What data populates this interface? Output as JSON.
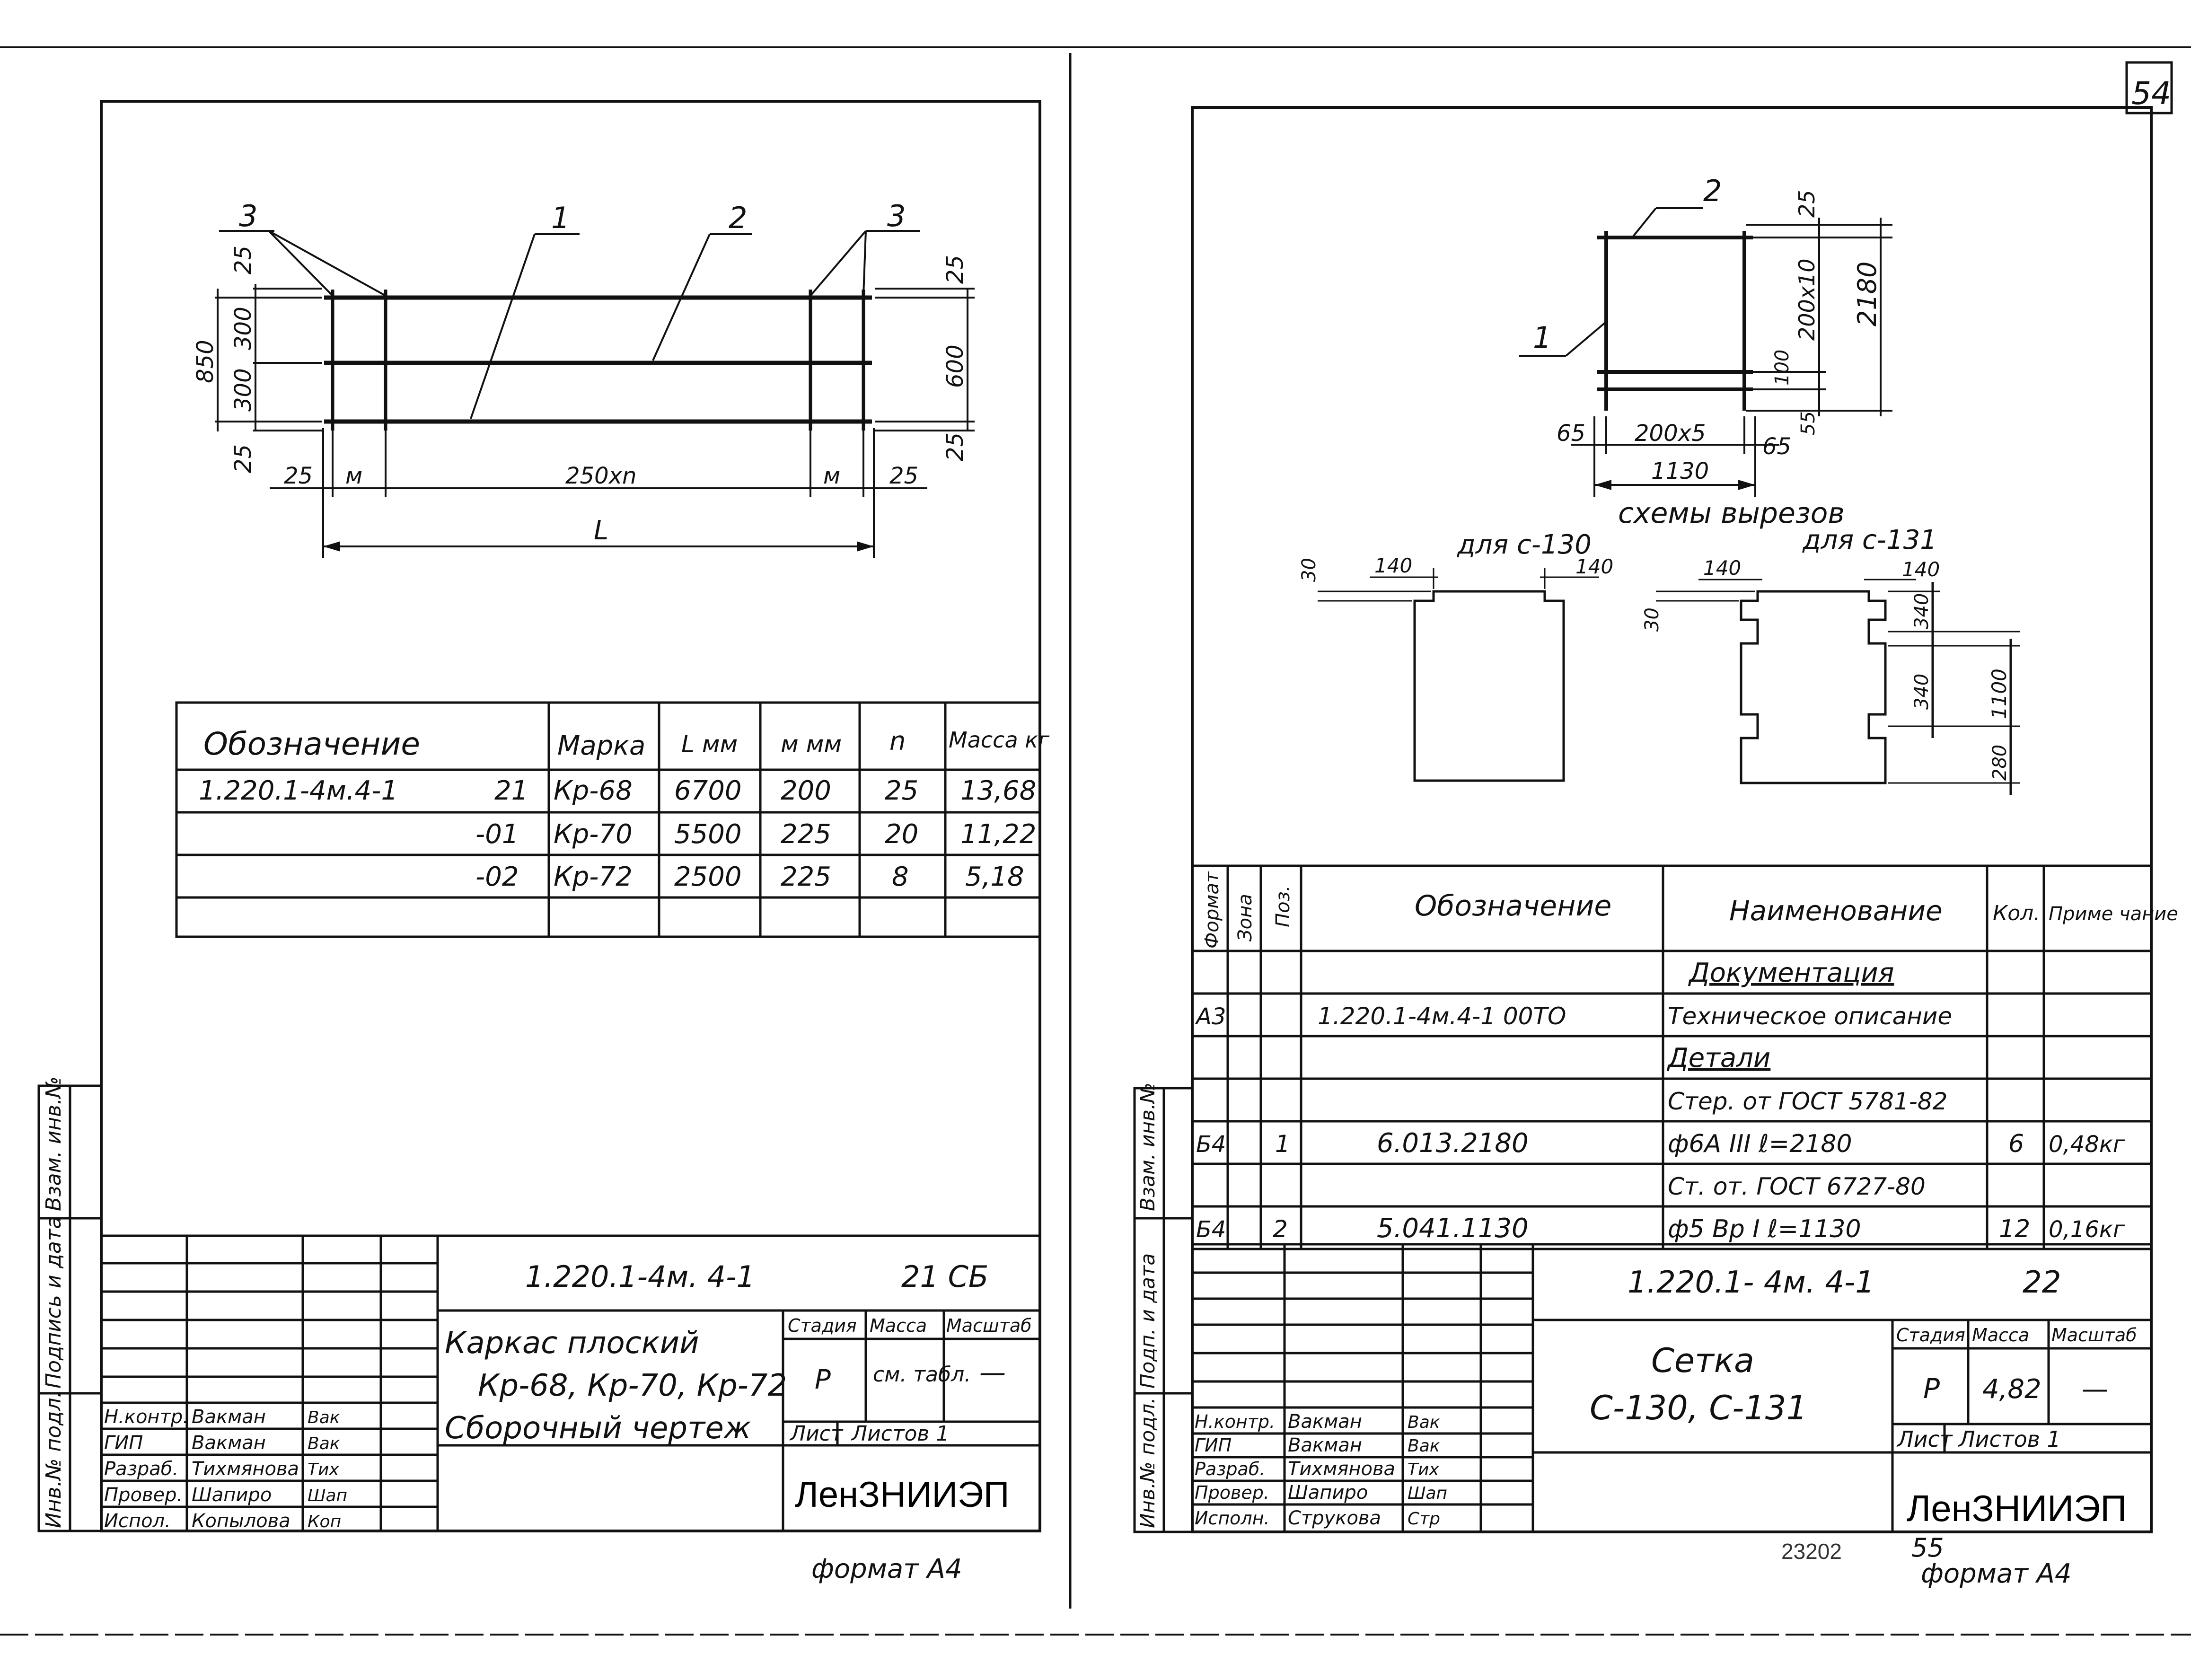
{
  "left_sheet": {
    "drawing": {
      "callouts": [
        "3",
        "1",
        "2",
        "3"
      ],
      "dims_left": {
        "d25a": "25",
        "d850": "850",
        "d300a": "300",
        "d300b": "300",
        "d25b": "25"
      },
      "dims_right": {
        "d25a": "25",
        "d600": "600",
        "d25b": "25"
      },
      "dims_bottom": {
        "d25a": "25",
        "m1": "м",
        "span": "250хn",
        "m2": "м",
        "d25b": "25",
        "total": "L"
      }
    },
    "table": {
      "headers": [
        "Обозначение",
        "Марка",
        "L мм",
        "м мм",
        "n",
        "Масса кг"
      ],
      "rows": [
        [
          "1.220.1-4м.4-1",
          "21",
          "Кр-68",
          "6700",
          "200",
          "25",
          "13,68"
        ],
        [
          "",
          "-01",
          "Кр-70",
          "5500",
          "225",
          "20",
          "11,22"
        ],
        [
          "",
          "-02",
          "Кр-72",
          "2500",
          "225",
          "8",
          "5,18"
        ]
      ]
    },
    "title_block": {
      "code": "1.220.1-4м. 4-1",
      "doc_type": "21 СБ",
      "name": [
        "Каркас плоский",
        "Кр-68, Кр-70, Кр-72",
        "Сборочный чертеж"
      ],
      "stage_label": "Стадия",
      "mass_label": "Масса",
      "scale_label": "Масштаб",
      "stage": "Р",
      "mass": "см. табл.",
      "scale": "—",
      "sheet_label": "Лист",
      "sheets_label": "Листов 1",
      "org": "ЛенЗНИИЭП",
      "people": [
        {
          "role": "Н.контр.",
          "name": "Вакман",
          "sign": "Вак"
        },
        {
          "role": "ГИП",
          "name": "Вакман",
          "sign": "Вак"
        },
        {
          "role": "Разраб.",
          "name": "Тихмянова",
          "sign": "Тих"
        },
        {
          "role": "Провер.",
          "name": "Шапиро",
          "sign": "Шап"
        },
        {
          "role": "Испол.",
          "name": "Копылова",
          "sign": "Коп"
        }
      ]
    },
    "side_labels": [
      "Взам. инв.№",
      "Подпись и дата",
      "Инв.№ подл."
    ],
    "format": "формат А4"
  },
  "right_sheet": {
    "page_number": "54",
    "drawing": {
      "callouts": [
        "2",
        "1"
      ],
      "dims": {
        "d25": "25",
        "d200x10": "200х10",
        "d2180": "2180",
        "d100": "100",
        "d55": "55",
        "d65a": "65",
        "d200x5": "200х5",
        "d65b": "65",
        "d1130": "1130"
      },
      "cutout_title": "схемы вырезов",
      "c130_label": "для с-130",
      "c131_label": "для с-131",
      "c130_dims": {
        "d30": "30",
        "d140a": "140",
        "d140b": "140"
      },
      "c131_dims": {
        "d140a": "140",
        "d140b": "140",
        "d30": "30",
        "d340a": "340",
        "d1100": "1100",
        "d340b": "340",
        "d280": "280"
      }
    },
    "spec": {
      "headers": [
        "Формат",
        "Зона",
        "Поз.",
        "Обозначение",
        "Наименование",
        "Кол.",
        "Приме чание"
      ],
      "rows": [
        [
          "",
          "",
          "",
          "",
          "Документация",
          "",
          ""
        ],
        [
          "А3",
          "",
          "",
          "1.220.1-4м.4-1 00ТО",
          "Техническое описание",
          "",
          ""
        ],
        [
          "",
          "",
          "",
          "",
          "Детали",
          "",
          ""
        ],
        [
          "",
          "",
          "",
          "",
          "Стер. от ГОСТ 5781-82",
          "",
          ""
        ],
        [
          "Б4",
          "",
          "1",
          "6.013.2180",
          "ф6А III ℓ=2180",
          "6",
          "0,48кг"
        ],
        [
          "",
          "",
          "",
          "",
          "Ст. от. ГОСТ 6727-80",
          "",
          ""
        ],
        [
          "Б4",
          "",
          "2",
          "5.041.1130",
          "ф5 Вр I ℓ=1130",
          "12",
          "0,16кг"
        ]
      ]
    },
    "title_block": {
      "code": "1.220.1- 4м. 4-1",
      "doc_type": "22",
      "name": [
        "Сетка",
        "С-130, С-131"
      ],
      "stage_label": "Стадия",
      "mass_label": "Масса",
      "scale_label": "Масштаб",
      "stage": "Р",
      "mass": "4,82",
      "scale": "—",
      "sheet_label": "Лист",
      "sheets_label": "Листов 1",
      "org": "ЛенЗНИИЭП",
      "people": [
        {
          "role": "Н.контр.",
          "name": "Вакман",
          "sign": "Вак"
        },
        {
          "role": "ГИП",
          "name": "Вакман",
          "sign": "Вак"
        },
        {
          "role": "Разраб.",
          "name": "Тихмянова",
          "sign": "Тих"
        },
        {
          "role": "Провер.",
          "name": "Шапиро",
          "sign": "Шап"
        },
        {
          "role": "Исполн.",
          "name": "Струкова",
          "sign": "Стр"
        }
      ]
    },
    "side_labels": [
      "Взам. инв.№",
      "Подп. и дата",
      "Инв.№ подл."
    ],
    "stamp_numbers": [
      "23202",
      "55"
    ],
    "format": "формат А4"
  }
}
